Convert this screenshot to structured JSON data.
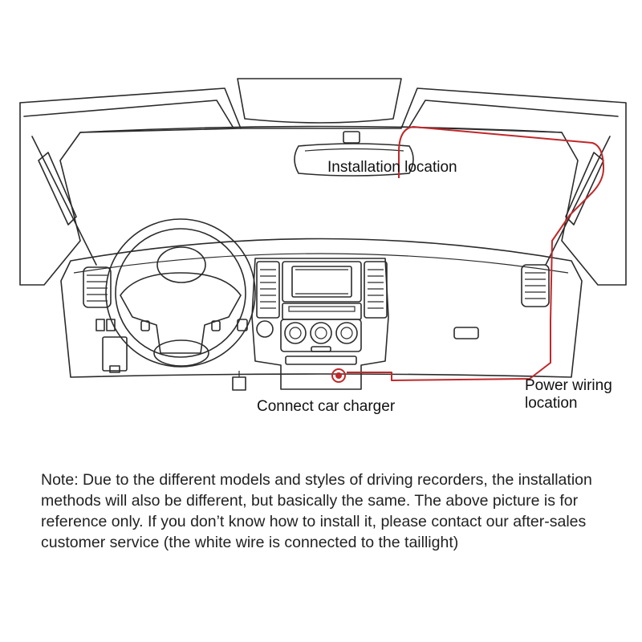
{
  "labels": {
    "installation": "Installation location",
    "charger": "Connect car charger",
    "power_line1": "Power wiring",
    "power_line2": "location"
  },
  "note": "Note: Due to the different models and styles of driving recorders, the installation methods will also be different, but basically the same. The above picture is for reference only. If you don’t know how to install it, please contact our after-sales customer service (the white wire is connected to the taillight)",
  "colors": {
    "wire": "#c0282a",
    "outline": "#2b2b2b",
    "background": "#ffffff"
  }
}
